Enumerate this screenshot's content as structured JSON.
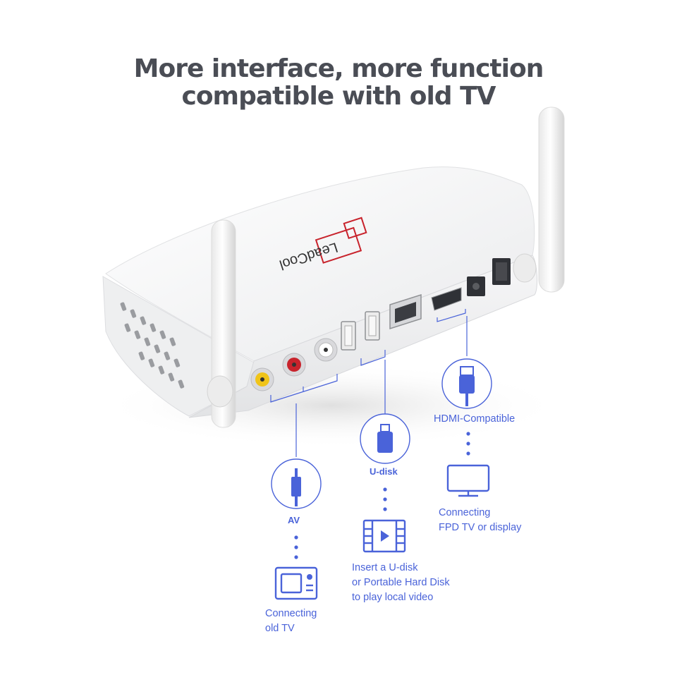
{
  "heading": {
    "line1": "More interface, more function",
    "line2": "compatible with old TV"
  },
  "device": {
    "brand_logo": "LeadCool"
  },
  "ports": {
    "av": {
      "label": "AV",
      "icon": "rca-plug-icon",
      "target_icon": "old-tv-icon",
      "target_lines": [
        "Connecting",
        "old TV"
      ]
    },
    "usb": {
      "label": "U-disk",
      "icon": "usb-drive-icon",
      "target_icon": "video-film-icon",
      "target_lines": [
        "Insert a U-disk",
        "or Portable Hard Disk",
        "to play local video"
      ]
    },
    "hdmi": {
      "label": "HDMI-Compatible",
      "icon": "hdmi-plug-icon",
      "target_icon": "monitor-icon",
      "target_lines": [
        "Connecting",
        "FPD TV or display"
      ]
    }
  },
  "colors": {
    "accent": "#4a63d9",
    "title": "#4a4d55",
    "device_body": "#f4f4f4",
    "logo_red": "#c8232c"
  }
}
